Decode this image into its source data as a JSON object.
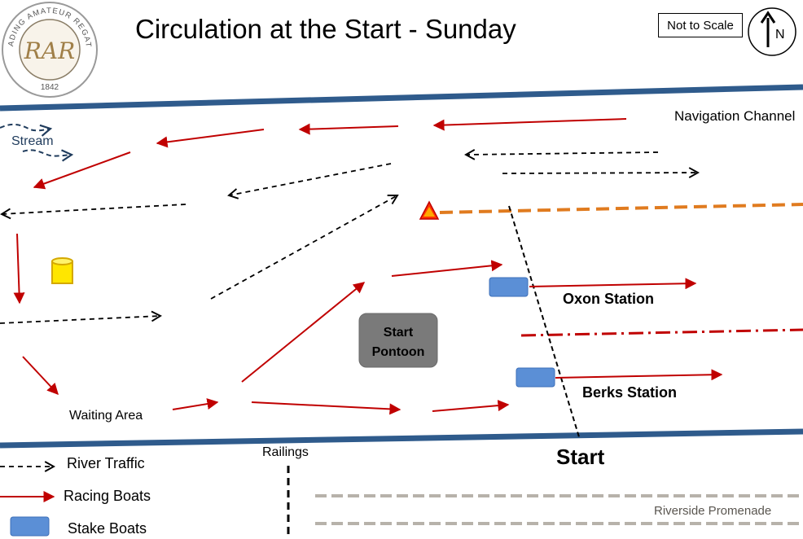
{
  "title": "Circulation at the Start - Sunday",
  "scale_note": "Not to Scale",
  "north_label": "N",
  "logo": {
    "text_top": "READING AMATEUR REGATTA",
    "year": "1842",
    "monogram": "RAR"
  },
  "labels": {
    "navigation_channel": "Navigation Channel",
    "stream": "Stream",
    "oxon_station": "Oxon Station",
    "berks_station": "Berks Station",
    "start_pontoon_line1": "Start",
    "start_pontoon_line2": "Pontoon",
    "waiting_area": "Waiting Area",
    "railings": "Railings",
    "start": "Start",
    "riverside_promenade": "Riverside Promenade"
  },
  "legend": [
    {
      "key": "river_traffic",
      "label": "River Traffic"
    },
    {
      "key": "racing_boats",
      "label": "Racing Boats"
    },
    {
      "key": "stake_boats",
      "label": "Stake Boats"
    }
  ],
  "colors": {
    "bank": "#2f5b8c",
    "racing": "#c00000",
    "river_traffic": "#000000",
    "stake_boat": "#5b8fd6",
    "pontoon": "#7a7a7a",
    "booms": "#e07b1f",
    "promenade": "#b7b2aa",
    "stream": "#1f3b5c",
    "buoy": "#ffe600",
    "hazard": "#ff3300"
  }
}
